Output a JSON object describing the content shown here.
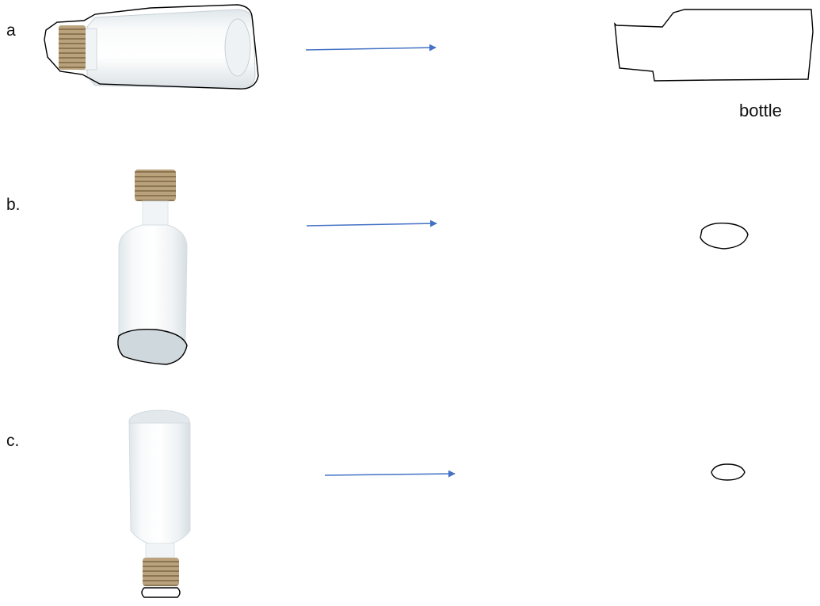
{
  "rows": [
    {
      "label": "a"
    },
    {
      "label": "b."
    },
    {
      "label": "c."
    }
  ],
  "caption": "bottle",
  "colors": {
    "arrow": "#4472c4",
    "outline": "#000000",
    "cork": "#b9a27c",
    "glass": "#e9eef1"
  },
  "icons": [
    "bottle-photo",
    "arrow-right",
    "outline-sketch"
  ]
}
